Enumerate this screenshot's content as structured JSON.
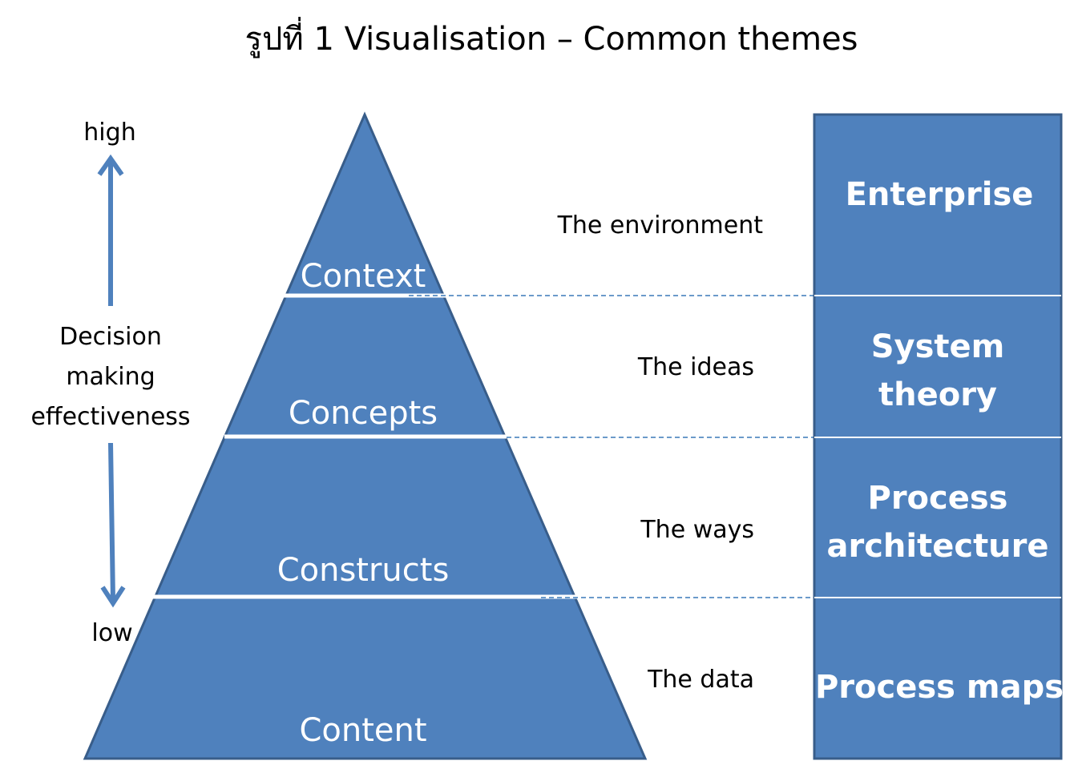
{
  "title": "รูปที่ 1 Visualisation – Common themes",
  "axis": {
    "high": "high",
    "low": "low",
    "label_lines": [
      "Decision",
      "making",
      "effectiveness"
    ]
  },
  "pyramid": {
    "layers": [
      {
        "label": "Context",
        "description": "The environment"
      },
      {
        "label": "Concepts",
        "description": "The ideas"
      },
      {
        "label": "Constructs",
        "description": "The ways"
      },
      {
        "label": "Content",
        "description": "The data"
      }
    ]
  },
  "themes": [
    {
      "lines": [
        "Enterprise"
      ]
    },
    {
      "lines": [
        "System",
        "theory"
      ]
    },
    {
      "lines": [
        "Process",
        "architecture"
      ]
    },
    {
      "lines": [
        "Process maps"
      ]
    }
  ],
  "colors": {
    "fill": "#4f81bd",
    "stroke": "#385d8a",
    "divider": "#ffffff",
    "dashed": "#3a78b8"
  }
}
